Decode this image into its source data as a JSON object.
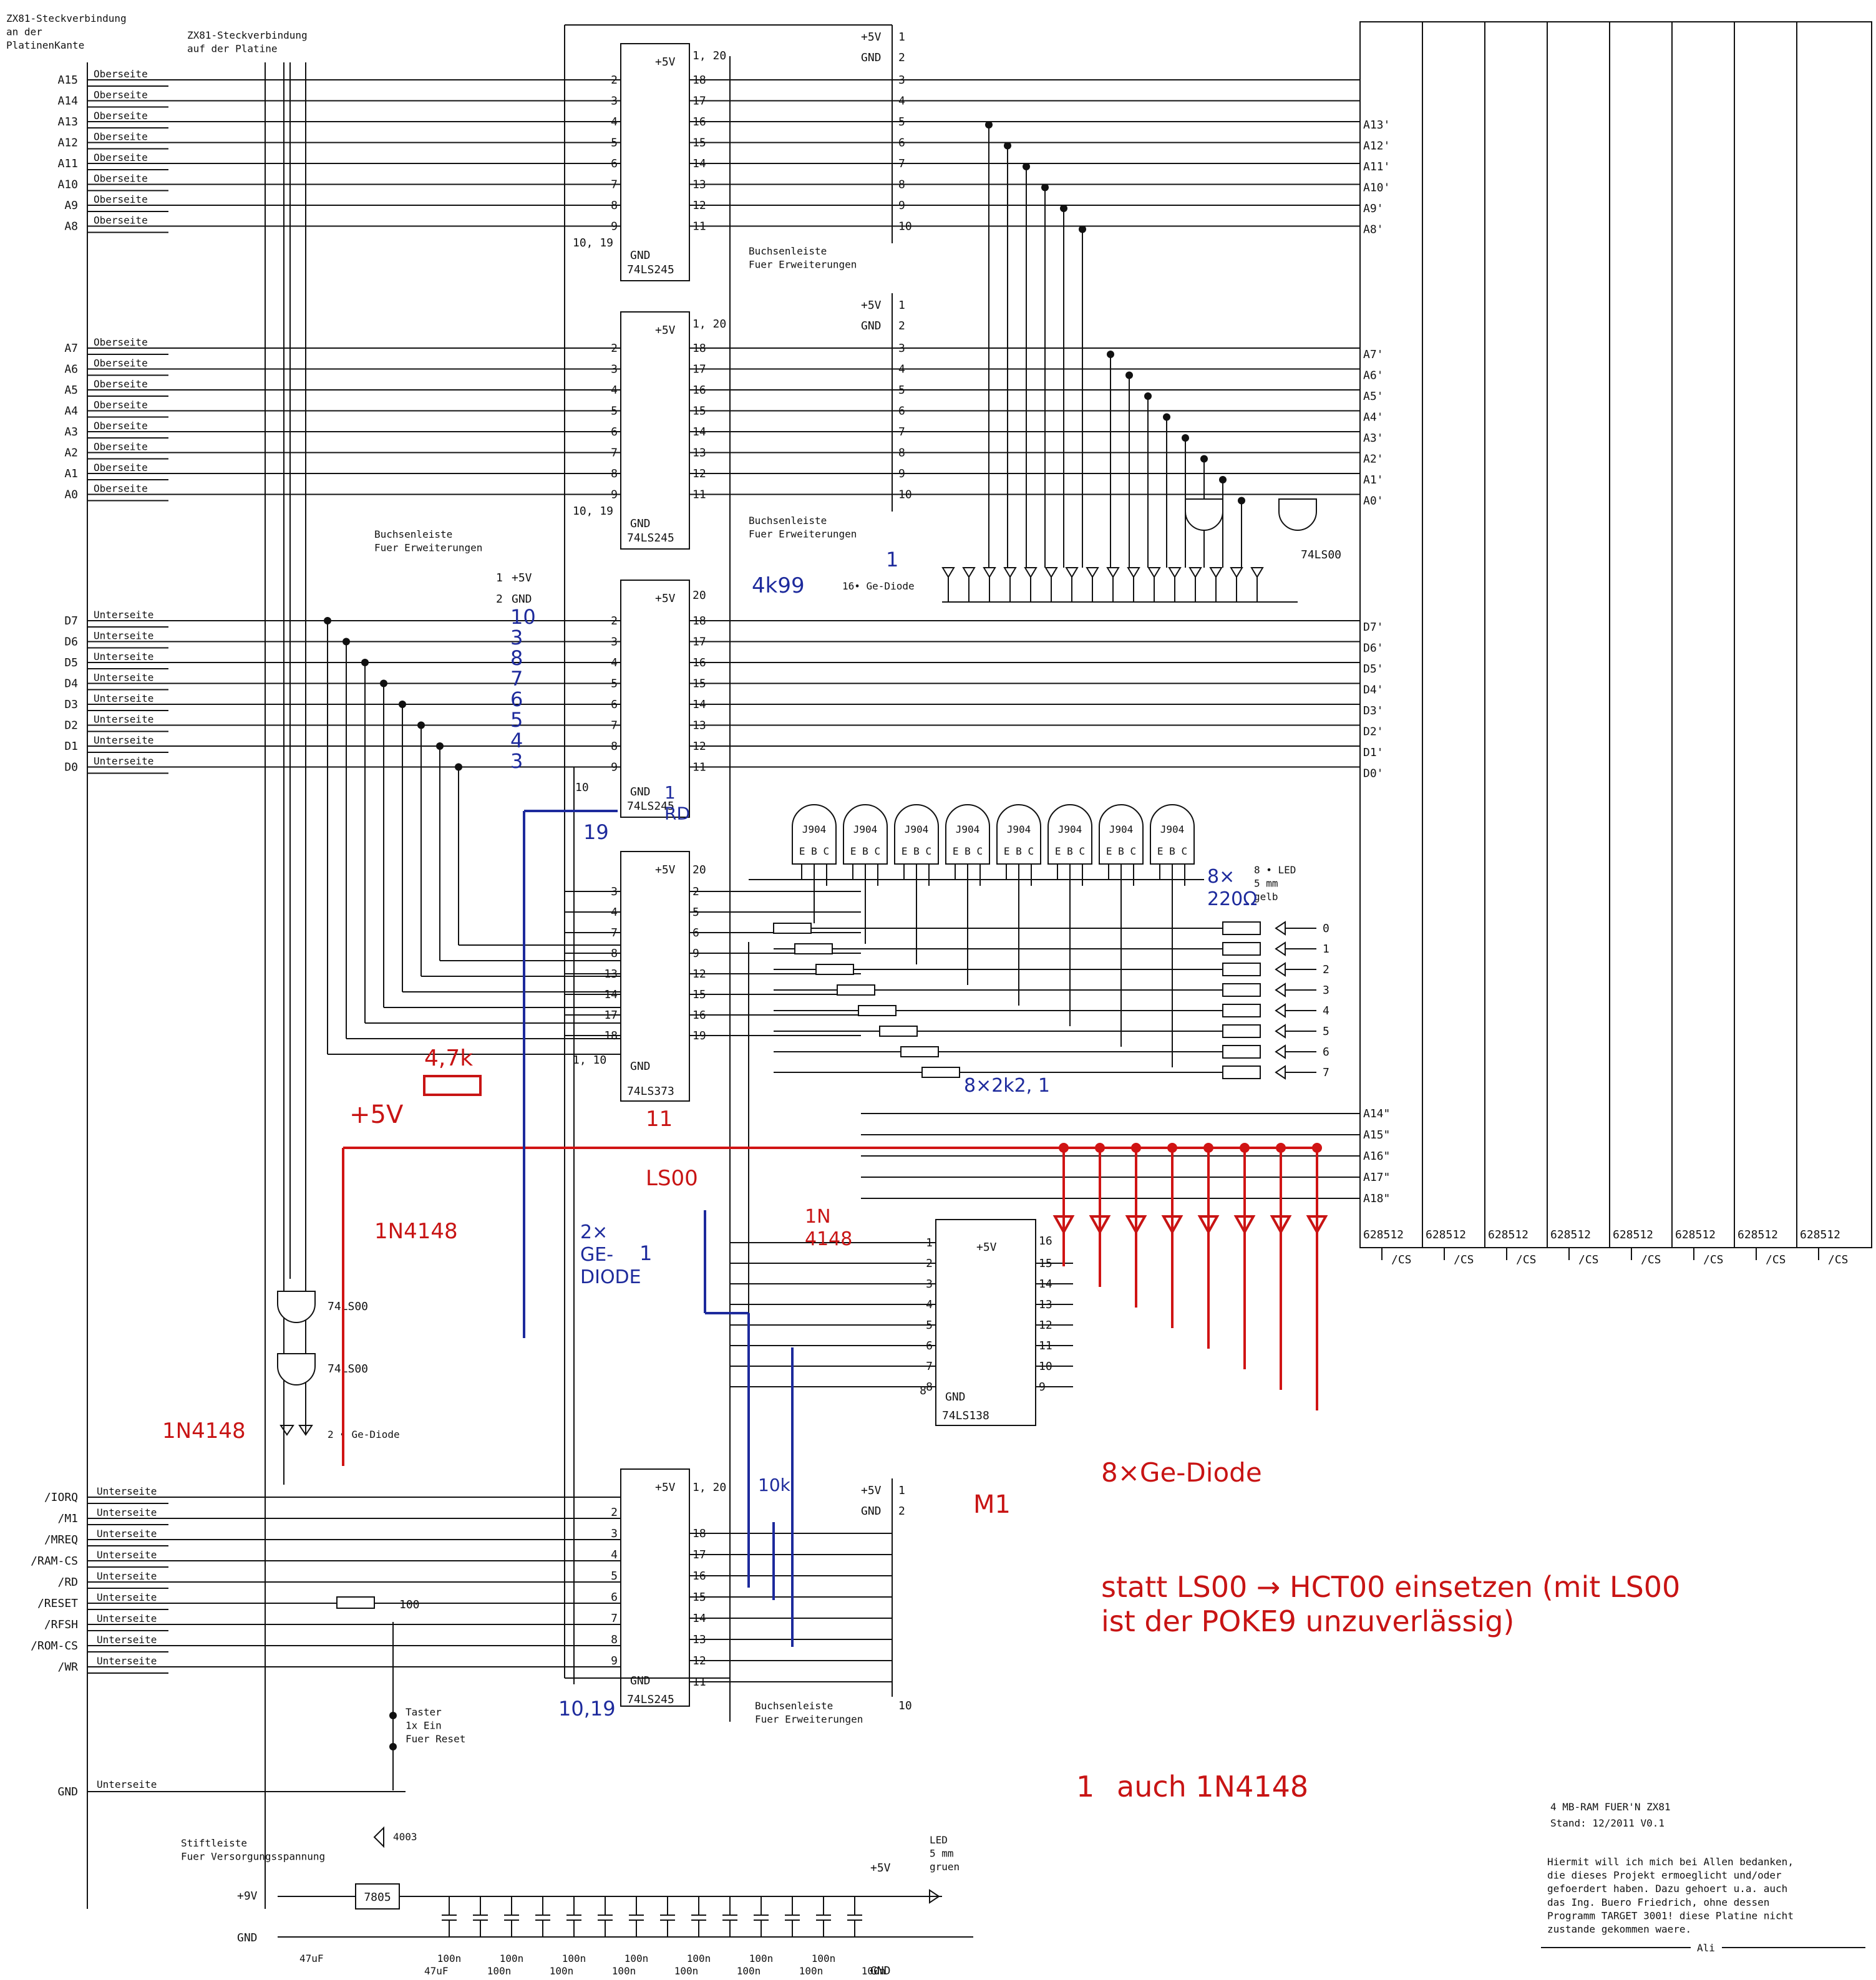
{
  "headers": {
    "edge_connector_card": "ZX81-Steckverbindung\nan der\nPlatinenKante",
    "edge_connector_board": "ZX81-Steckverbindung\nauf der Platine"
  },
  "top_side": "Oberseite",
  "bottom_side": "Unterseite",
  "address_high": [
    "A15",
    "A14",
    "A13",
    "A12",
    "A11",
    "A10",
    "A9",
    "A8"
  ],
  "address_low": [
    "A7",
    "A6",
    "A5",
    "A4",
    "A3",
    "A2",
    "A1",
    "A0"
  ],
  "data_bus": [
    "D7",
    "D6",
    "D5",
    "D4",
    "D3",
    "D2",
    "D1",
    "D0"
  ],
  "control_signals": [
    "/IORQ",
    "/M1",
    "/MREQ",
    "/RAM-CS",
    "/RD",
    "/RESET",
    "/RFSH",
    "/ROM-CS",
    "/WR"
  ],
  "gnd": "GND",
  "chips": {
    "ls245": "74LS245",
    "ls373": "74LS373",
    "ls138": "74LS138",
    "ls00": "74LS00",
    "sram": "628512"
  },
  "chip_pins": {
    "vcc": "+5V",
    "gnd": "GND",
    "p1_20": "1, 20",
    "p10_19": "10, 19",
    "p1_10": "1, 10",
    "p20": "20",
    "p10": "10",
    "p16": "16",
    "p8": "8",
    "left_245": [
      "2",
      "3",
      "4",
      "5",
      "6",
      "7",
      "8",
      "9"
    ],
    "right_245": [
      "18",
      "17",
      "16",
      "15",
      "14",
      "13",
      "12",
      "11"
    ],
    "left_373": [
      "3",
      "4",
      "7",
      "8",
      "13",
      "14",
      "17",
      "18"
    ],
    "right_373": [
      "2",
      "5",
      "6",
      "9",
      "12",
      "15",
      "16",
      "19"
    ],
    "left_138": [
      "1",
      "2",
      "3",
      "4",
      "5",
      "6",
      "7",
      "8"
    ],
    "right_138": [
      "15",
      "14",
      "13",
      "12",
      "11",
      "10",
      "9"
    ]
  },
  "expansion_header": {
    "label": "Buchsenleiste\nFuer Erweiterungen",
    "pins": [
      "1",
      "2",
      "3",
      "4",
      "5",
      "6",
      "7",
      "8",
      "9",
      "10"
    ],
    "vcc": "+5V",
    "gnd": "GND"
  },
  "ram_bus_high": [
    "A13'",
    "A12'",
    "A11'",
    "A10'",
    "A9'",
    "A8'"
  ],
  "ram_bus_low": [
    "A7'",
    "A6'",
    "A5'",
    "A4'",
    "A3'",
    "A2'",
    "A1'",
    "A0'"
  ],
  "ram_data": [
    "D7'",
    "D6'",
    "D5'",
    "D4'",
    "D3'",
    "D2'",
    "D1'",
    "D0'"
  ],
  "ram_banks": [
    "A14\"",
    "A15\"",
    "A16\"",
    "A17\"",
    "A18\""
  ],
  "ram_cs": "/CS",
  "transistor": {
    "type": "J904",
    "pins": "E B C"
  },
  "led_bar": {
    "count_label": "8 • LED\n5 mm\ngelb",
    "bits": [
      "0",
      "1",
      "2",
      "3",
      "4",
      "5",
      "6",
      "7"
    ]
  },
  "annotations": {
    "diode16": "16• Ge-Diode",
    "diode2": "2 • Ge-Diode",
    "resistor_100": "100",
    "reset_button": "Taster\n1x Ein\nFuer Reset",
    "header_power": "Stiftleiste\nFuer Versorgungsspannung",
    "v9": "+9V",
    "regulator": "7805",
    "diode_4003": "4003",
    "cap_47": "47uF",
    "cap_100n": "100n",
    "led_power": "LED\n5 mm\ngruen",
    "plus5v": "+5V",
    "gnd": "GND"
  },
  "handwritten_red": {
    "r4k7": "4,7k",
    "plus5v": "+5V",
    "n11": "11",
    "ls00": "LS00",
    "d1n4148_a": "1N4148",
    "d1n4148_b": "1N4148",
    "d1n4148_c": "1N\n4148",
    "m1": "M1",
    "ge8": "8×Ge-Diode",
    "note": "statt LS00 → HCT00 einsetzen (mit LS00\nist der POKE9 unzuverlässig)",
    "circ1": "1",
    "also": "auch 1N4148"
  },
  "handwritten_blue": {
    "pins": [
      "10",
      "3",
      "8",
      "7",
      "6",
      "5",
      "4",
      "3"
    ],
    "n19": "19",
    "rd": "1\nRD",
    "r4k99": "4k99",
    "ge2": "2×\nGE-\nDIODE",
    "r220": "8×\n220Ω",
    "r2k2": "8×2k2, 1",
    "n1019": "10,19",
    "r10k": "10k",
    "circ": "1"
  },
  "footer": {
    "title": "4 MB-RAM FUER'N ZX81",
    "stand": "Stand:  12/2011   V0.1",
    "thanks": "Hiermit will ich mich bei Allen bedanken,\ndie dieses Projekt ermoeglicht und/oder\ngefoerdert haben. Dazu gehoert u.a. auch\ndas Ing. Buero Friedrich, ohne dessen\nProgramm TARGET 3001! diese Platine nicht\nzustande gekommen waere.",
    "sign": "Ali"
  }
}
